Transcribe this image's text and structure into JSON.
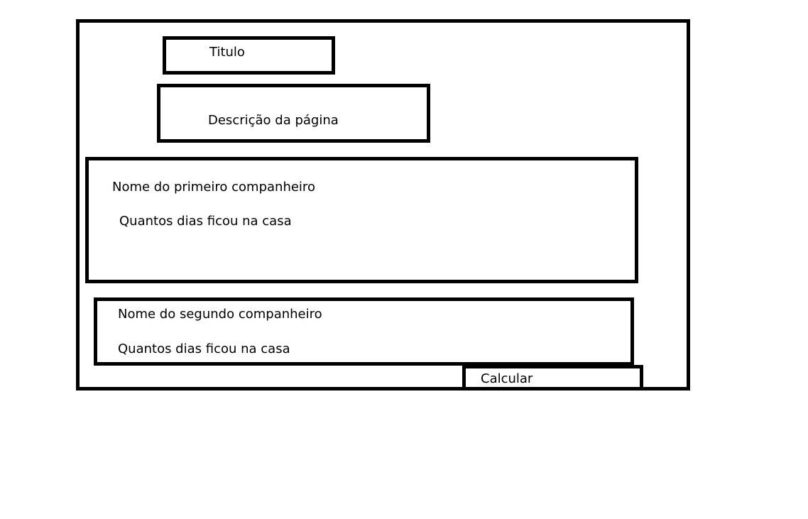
{
  "page": {
    "title": "Titulo",
    "description": "Descrição da página"
  },
  "first_companion": {
    "name_label": "Nome do primeiro companheiro",
    "days_label": "Quantos dias ficou na casa"
  },
  "second_companion": {
    "name_label": "Nome do segundo companheiro",
    "days_label": "Quantos dias ficou na casa"
  },
  "actions": {
    "calculate_label": "Calcular"
  },
  "colors": {
    "border": "#000000",
    "background": "#ffffff"
  }
}
